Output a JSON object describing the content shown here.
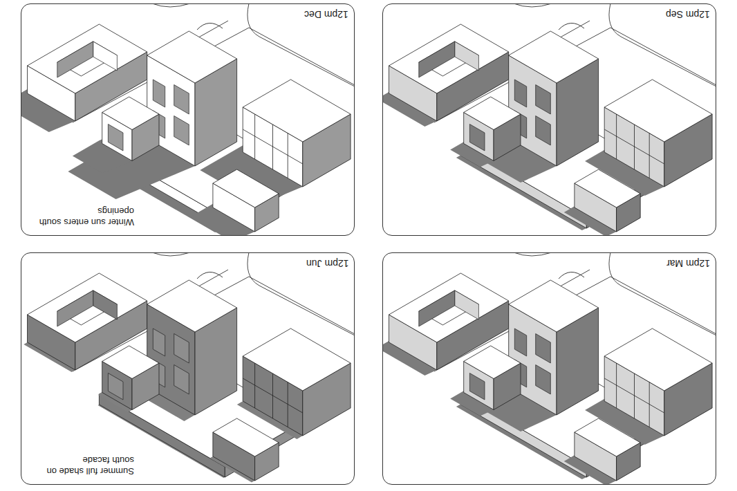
{
  "diagram": {
    "nodes": [
      {
        "text": [
          "12pm Mar"
        ]
      },
      {
        "text": [
          "12pm Jun",
          "Summer full shade on south facade"
        ]
      },
      {
        "text": [
          "12pm Sep"
        ]
      },
      {
        "text": [
          "12pm Dec",
          "Winter sun enters south openings"
        ]
      }
    ]
  }
}
